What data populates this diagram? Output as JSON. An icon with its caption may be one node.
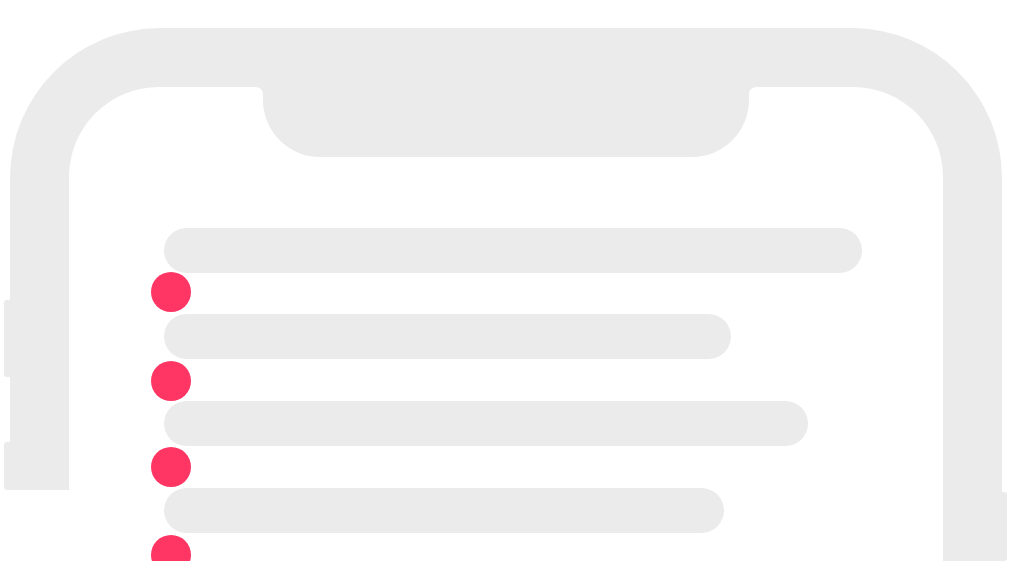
{
  "diagram": {
    "nodes": [
      {
        "text": [],
        "shape": "bar"
      },
      {
        "text": [],
        "shape": "circle"
      },
      {
        "text": [],
        "shape": "bar"
      },
      {
        "text": [],
        "shape": "circle"
      },
      {
        "text": [],
        "shape": "bar"
      },
      {
        "text": [],
        "shape": "circle"
      },
      {
        "text": [],
        "shape": "bar"
      },
      {
        "text": [],
        "shape": "circle"
      }
    ]
  }
}
